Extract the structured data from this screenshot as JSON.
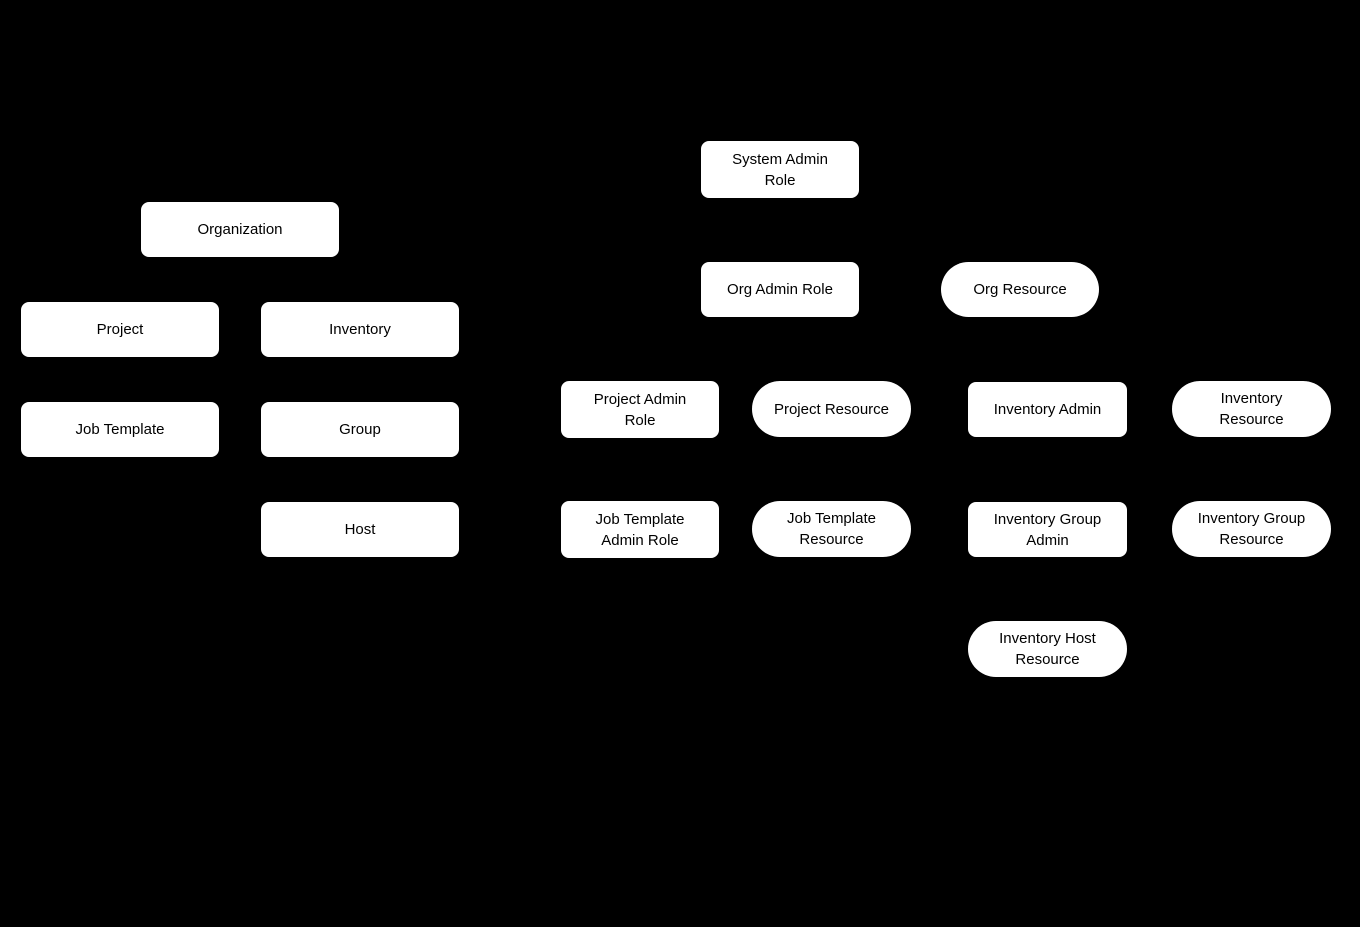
{
  "diagram": {
    "colors": {
      "background": "#000000",
      "node_fill": "#ffffff",
      "node_text": "#000000"
    },
    "nodes": [
      {
        "id": "organization",
        "label": "Organization",
        "shape": "rectangle"
      },
      {
        "id": "project",
        "label": "Project",
        "shape": "rectangle"
      },
      {
        "id": "inventory",
        "label": "Inventory",
        "shape": "rectangle"
      },
      {
        "id": "job-template",
        "label": "Job Template",
        "shape": "rectangle"
      },
      {
        "id": "group",
        "label": "Group",
        "shape": "rectangle"
      },
      {
        "id": "host",
        "label": "Host",
        "shape": "rectangle"
      },
      {
        "id": "system-admin-role",
        "label": "System Admin\nRole",
        "shape": "rectangle"
      },
      {
        "id": "org-admin-role",
        "label": "Org Admin Role",
        "shape": "rectangle"
      },
      {
        "id": "org-resource",
        "label": "Org Resource",
        "shape": "stadium"
      },
      {
        "id": "project-admin-role",
        "label": "Project Admin\nRole",
        "shape": "rectangle"
      },
      {
        "id": "project-resource",
        "label": "Project Resource",
        "shape": "stadium"
      },
      {
        "id": "inventory-admin",
        "label": "Inventory Admin",
        "shape": "rectangle"
      },
      {
        "id": "inventory-resource",
        "label": "Inventory\nResource",
        "shape": "stadium"
      },
      {
        "id": "job-template-admin-role",
        "label": "Job Template\nAdmin Role",
        "shape": "rectangle"
      },
      {
        "id": "job-template-resource",
        "label": "Job Template\nResource",
        "shape": "stadium"
      },
      {
        "id": "inventory-group-admin",
        "label": "Inventory Group\nAdmin",
        "shape": "rectangle"
      },
      {
        "id": "inventory-group-resource",
        "label": "Inventory Group\nResource",
        "shape": "stadium"
      },
      {
        "id": "inventory-host-resource",
        "label": "Inventory Host\nResource",
        "shape": "stadium"
      }
    ]
  }
}
